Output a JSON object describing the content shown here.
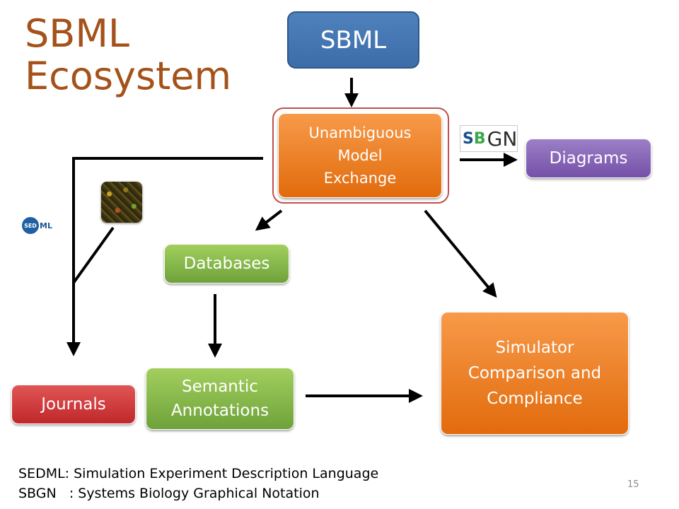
{
  "title": {
    "line1": "SBML",
    "line2": "Ecosystem"
  },
  "nodes": {
    "sbml": "SBML",
    "exchange": {
      "line1": "Unambiguous",
      "line2": "Model",
      "line3": "Exchange"
    },
    "diagrams": "Diagrams",
    "databases": "Databases",
    "semantic": {
      "line1": "Semantic",
      "line2": "Annotations"
    },
    "journals": "Journals",
    "simulator": {
      "line1": "Simulator",
      "line2": "Comparison and",
      "line3": "Compliance"
    }
  },
  "logos": {
    "sbgn": {
      "icon": "sbgn-logo",
      "text_s": "S",
      "text_b": "B",
      "text_gn": "GN"
    },
    "sedml": {
      "icon": "sedml-logo",
      "text_sed": "SED",
      "text_ml": "ML"
    },
    "microarray": {
      "icon": "microarray-image"
    }
  },
  "footer": {
    "line1": "SEDML: Simulation Experiment Description Language",
    "line2": "SBGN   : Systems Biology Graphical Notation"
  },
  "page_number": "15",
  "colors": {
    "title": "#a4521a",
    "sbml_box": "#4f81bd",
    "orange_box": "#f79646",
    "green_box": "#9bbb59",
    "purple_box": "#8064a2",
    "red_box": "#c0504d",
    "highlight_frame": "#c0504d"
  }
}
